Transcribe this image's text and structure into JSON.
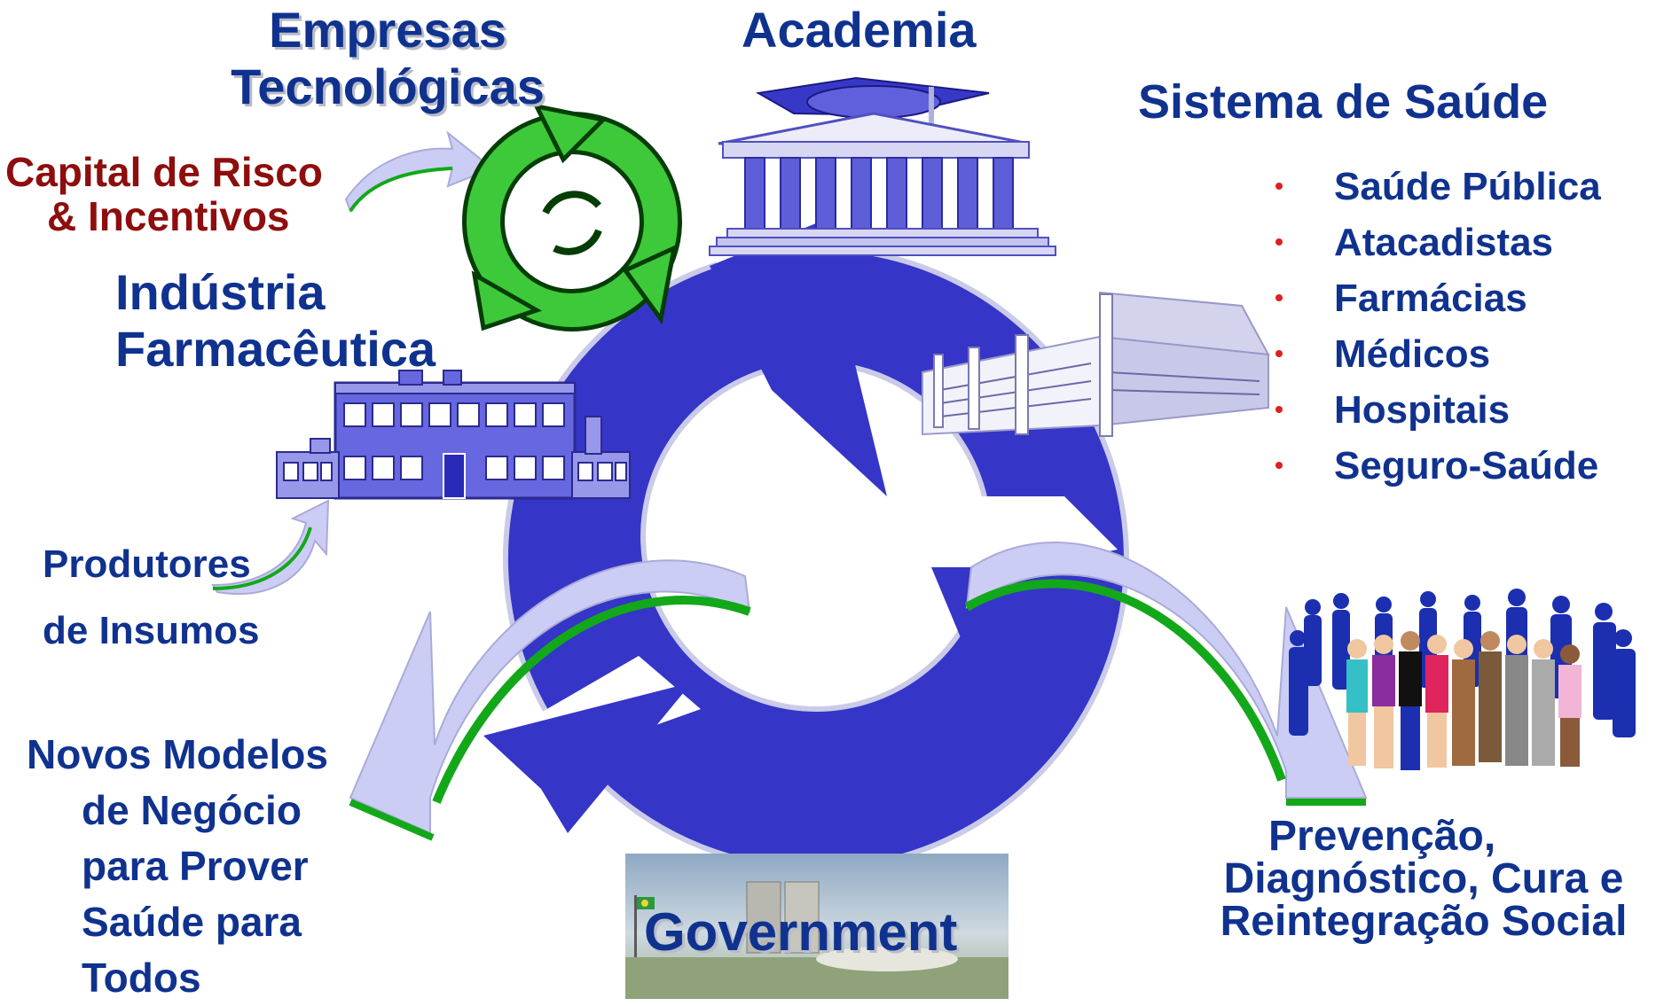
{
  "labels": {
    "empresas_line1": "Empresas",
    "empresas_line2": "Tecnológicas",
    "academia": "Academia",
    "sistema_saude": "Sistema de Saúde",
    "capital_line1": "Capital de Risco",
    "capital_line2": "& Incentivos",
    "industria_line1": "Indústria",
    "industria_line2": "Farmacêutica",
    "produtores_line1": "Produtores",
    "produtores_line2": "de Insumos",
    "novos_modelos": [
      "Novos Modelos",
      "de Negócio",
      "para Prover",
      "Saúde para",
      "Todos"
    ],
    "prevencao": [
      "Prevenção,",
      "Diagnóstico, Cura e",
      "Reintegração Social"
    ],
    "government": "Government"
  },
  "sistema_saude_items": [
    "Saúde Pública",
    "Atacadistas",
    "Farmácias",
    "Médicos",
    "Hospitais",
    "Seguro-Saúde"
  ],
  "colors": {
    "text_blue": "#10328f",
    "text_red": "#8e0d0d",
    "cycle_blue": "#3535c8",
    "arrow_lavender": "#cccdf4",
    "arrow_green": "#12a81a",
    "recycle_green": "#3ec93a",
    "bullet_red": "#e0201e"
  }
}
